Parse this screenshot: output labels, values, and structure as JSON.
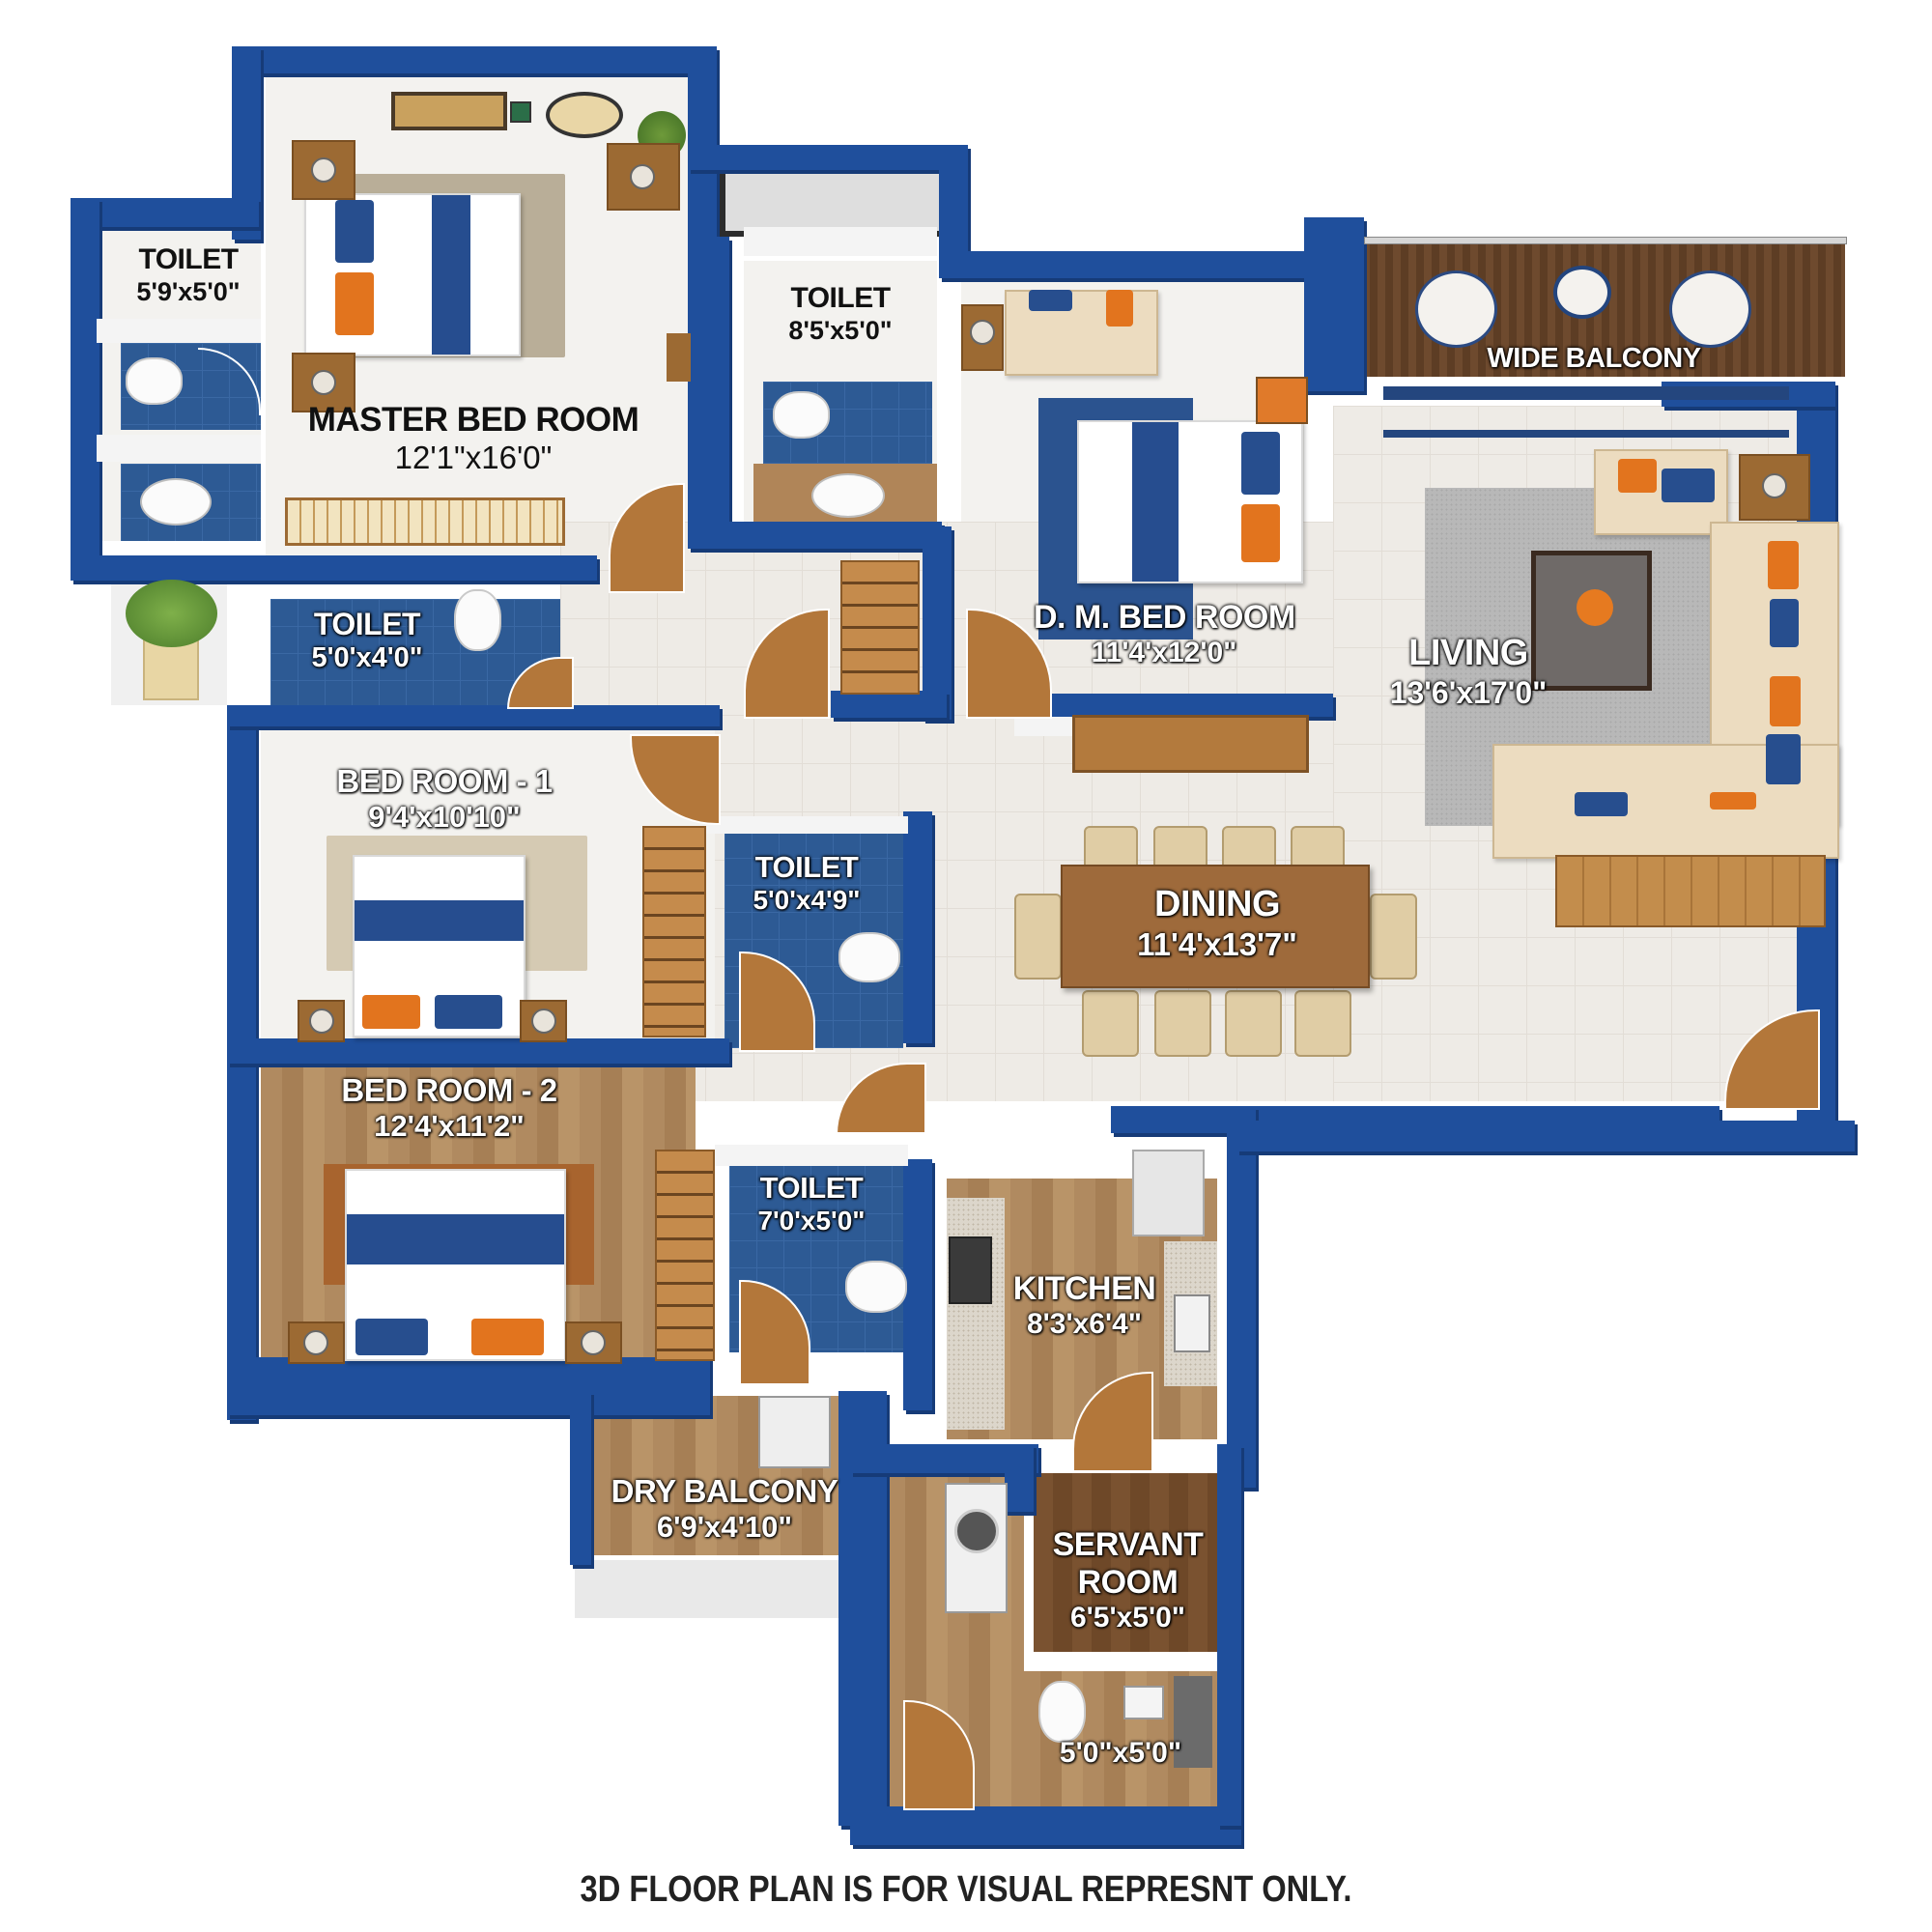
{
  "plan": {
    "type": "3D floor plan",
    "disclaimer": "3D FLOOR PLAN IS FOR VISUAL REPRESNT ONLY.",
    "colors": {
      "wall": "#1f4f9c",
      "wood_floor": "#b08a60",
      "tile_floor": "#eeebe6",
      "bathroom_floor": "#2d5a94",
      "accent_orange": "#e2741e"
    }
  },
  "rooms": {
    "master_bed_room": {
      "name": "MASTER BED ROOM",
      "size": "12'1\"x16'0\""
    },
    "toilet_master": {
      "name": "TOILET",
      "size": "5'9'x5'0\""
    },
    "toilet_top_center": {
      "name": "TOILET",
      "size": "8'5'x5'0\""
    },
    "toilet_left_small": {
      "name": "TOILET",
      "size": "5'0'x4'0\""
    },
    "dm_bed_room": {
      "name": "D. M. BED ROOM",
      "size": "11'4'x12'0\""
    },
    "wide_balcony": {
      "name": "WIDE BALCONY",
      "size": ""
    },
    "living": {
      "name": "LIVING",
      "size": "13'6'x17'0\""
    },
    "bed_room_1": {
      "name": "BED ROOM - 1",
      "size": "9'4'x10'10\""
    },
    "toilet_bed1": {
      "name": "TOILET",
      "size": "5'0'x4'9\""
    },
    "dining": {
      "name": "DINING",
      "size": "11'4'x13'7\""
    },
    "bed_room_2": {
      "name": "BED ROOM - 2",
      "size": "12'4'x11'2\""
    },
    "toilet_bed2": {
      "name": "TOILET",
      "size": "7'0'x5'0\""
    },
    "kitchen": {
      "name": "KITCHEN",
      "size": "8'3'x6'4\""
    },
    "dry_balcony": {
      "name": "DRY BALCONY",
      "size": "6'9'x4'10\""
    },
    "servant_room": {
      "name": "SERVANT ROOM",
      "name_line1": "SERVANT",
      "name_line2": "ROOM",
      "size": "6'5'x5'0\""
    },
    "servant_toilet": {
      "name": "",
      "size": "5'0\"x5'0\""
    }
  }
}
